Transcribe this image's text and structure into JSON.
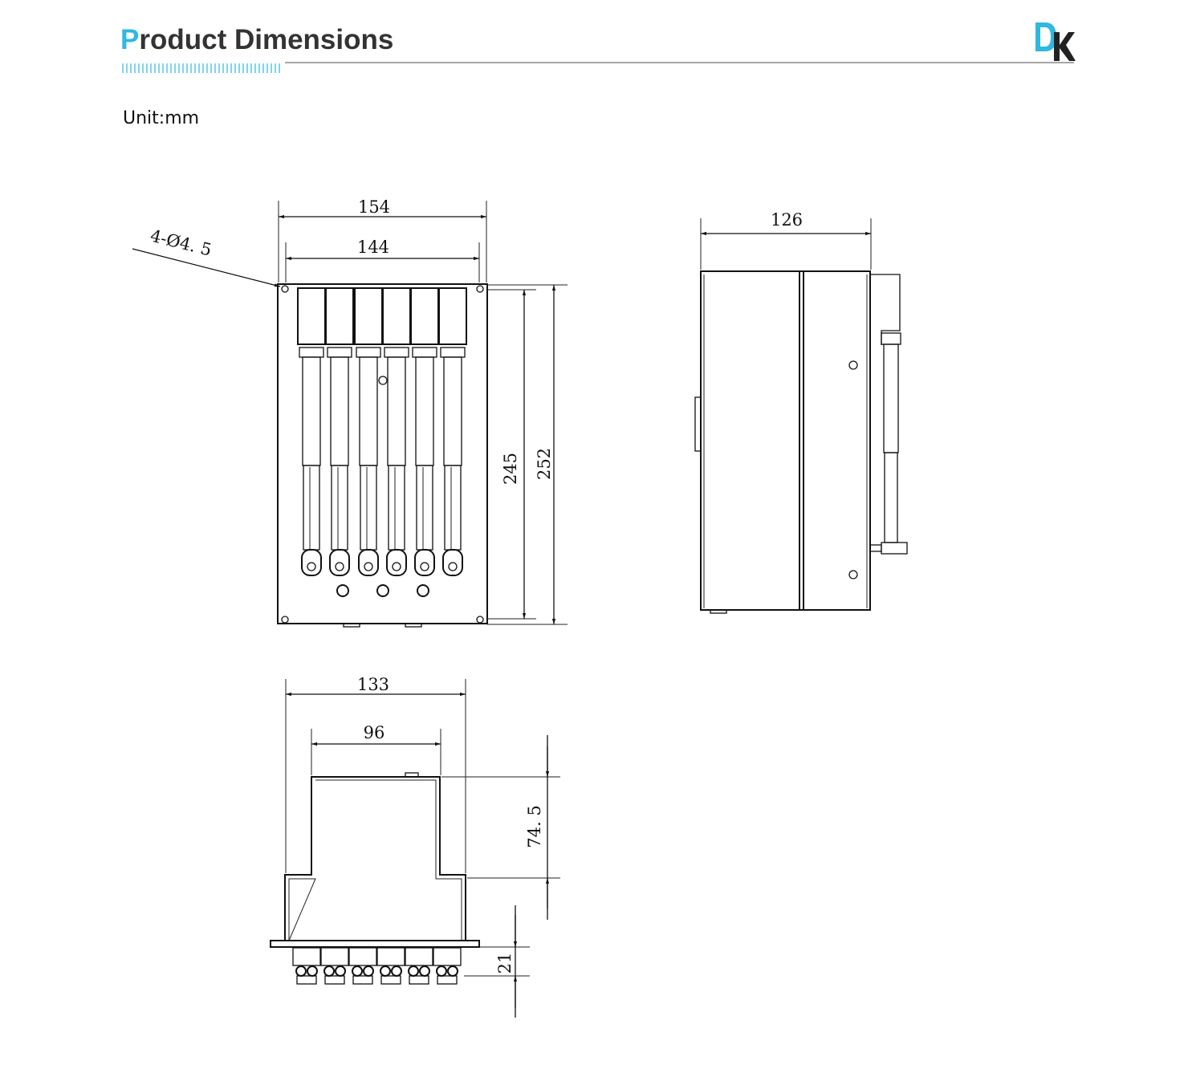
{
  "header": {
    "title_first_letter": "P",
    "title_rest": "roduct Dimensions",
    "accent_color": "#2fb8e0"
  },
  "logo": {
    "letters": "DK",
    "icon": "dk-logo-icon"
  },
  "unit_label": "Unit:mm",
  "front_view": {
    "width_outer": "154",
    "width_holes": "144",
    "hole_callout": "4-Ø4. 5",
    "height_inner": "245",
    "height_outer": "252"
  },
  "side_view": {
    "depth": "126"
  },
  "top_view": {
    "width_outer": "133",
    "width_inner": "96",
    "height_upper": "74. 5",
    "height_connector": "21"
  }
}
